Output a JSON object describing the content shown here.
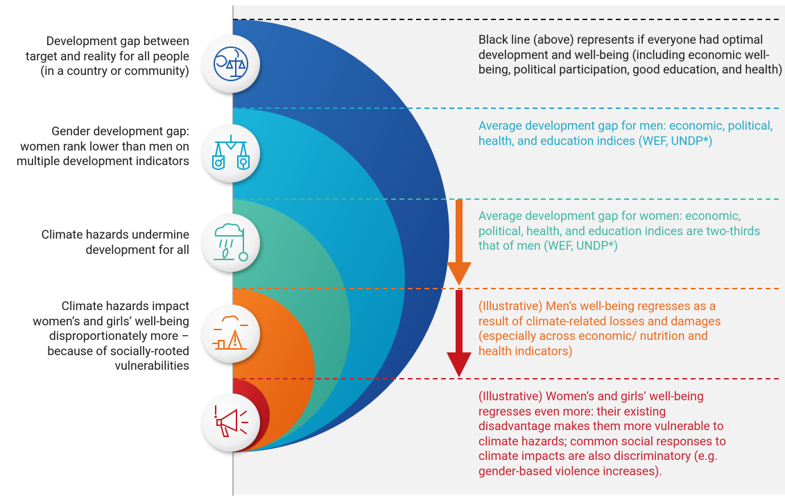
{
  "left_labels": [
    "Development gap between target and reality for all people (in a country or community)",
    "Gender development gap: women rank lower than men on multiple development indicators",
    "Climate hazards undermine development for all",
    "Climate hazards impact women’s and girls’ well-being disproportionately more – because of socially-rooted vulnerabilities"
  ],
  "right_descriptions": [
    "Black line (above) represents if everyone had optimal development and well-being (including economic well-being, political participation, good education, and health)",
    "Average development gap for men: economic, political, health, and education indices (WEF, UNDP*)",
    "Average development gap for women: economic, political, health, and education indices are two-thirds that of men (WEF, UNDP*)",
    "(Illustrative) Men’s well-being regresses as a result of climate-related losses and damages (especially across economic/ nutrition and health indicators)",
    "(Illustrative) Women’s and girls’ well-being regresses even more: their existing disadvantage makes them more vulnerable to climate hazards; common social responses to climate impacts are also discriminatory (e.g. gender-based violence increases)."
  ],
  "icons": [
    "globe-scales-icon",
    "gender-scales-icon",
    "climate-hazard-icon",
    "disaster-warning-icon",
    "megaphone-alert-icon"
  ],
  "colors": {
    "black_line": "#1a1a1a",
    "men_line": "#22a9c9",
    "women_line": "#3fb7a2",
    "men_regress": "#ea6b1e",
    "women_regress": "#c8202f",
    "outer_arc": "#1f5ca8",
    "arc2": "#00a6cf",
    "arc3": "#3fb39e",
    "arc4": "#ee6b10",
    "arc5": "#c8161e"
  }
}
